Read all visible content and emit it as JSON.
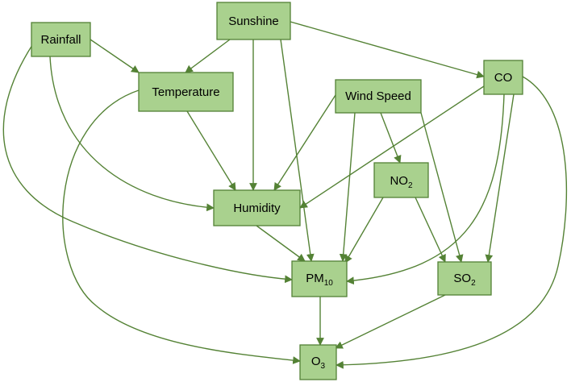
{
  "colors": {
    "node_fill": "#a9d18e",
    "node_border": "#538135",
    "edge": "#548235"
  },
  "nodes": {
    "rainfall": {
      "label": "Rainfall"
    },
    "sunshine": {
      "label": "Sunshine"
    },
    "temperature": {
      "label": "Temperature"
    },
    "wind_speed": {
      "label": "Wind Speed"
    },
    "co": {
      "label": "CO"
    },
    "no2": {
      "label": "NO",
      "sub": "2"
    },
    "humidity": {
      "label": "Humidity"
    },
    "pm10": {
      "label": "PM",
      "sub": "10"
    },
    "so2": {
      "label": "SO",
      "sub": "2"
    },
    "o3": {
      "label": "O",
      "sub": "3"
    }
  },
  "edges": [
    {
      "from": "rainfall",
      "to": "temperature"
    },
    {
      "from": "rainfall",
      "to": "humidity"
    },
    {
      "from": "rainfall",
      "to": "pm10"
    },
    {
      "from": "sunshine",
      "to": "temperature"
    },
    {
      "from": "sunshine",
      "to": "humidity"
    },
    {
      "from": "sunshine",
      "to": "pm10"
    },
    {
      "from": "sunshine",
      "to": "co"
    },
    {
      "from": "temperature",
      "to": "humidity"
    },
    {
      "from": "temperature",
      "to": "o3"
    },
    {
      "from": "wind_speed",
      "to": "humidity"
    },
    {
      "from": "wind_speed",
      "to": "pm10"
    },
    {
      "from": "wind_speed",
      "to": "no2"
    },
    {
      "from": "wind_speed",
      "to": "so2"
    },
    {
      "from": "co",
      "to": "humidity"
    },
    {
      "from": "co",
      "to": "pm10"
    },
    {
      "from": "co",
      "to": "so2"
    },
    {
      "from": "co",
      "to": "o3"
    },
    {
      "from": "no2",
      "to": "pm10"
    },
    {
      "from": "no2",
      "to": "so2"
    },
    {
      "from": "humidity",
      "to": "pm10"
    },
    {
      "from": "pm10",
      "to": "o3"
    },
    {
      "from": "so2",
      "to": "o3"
    }
  ]
}
